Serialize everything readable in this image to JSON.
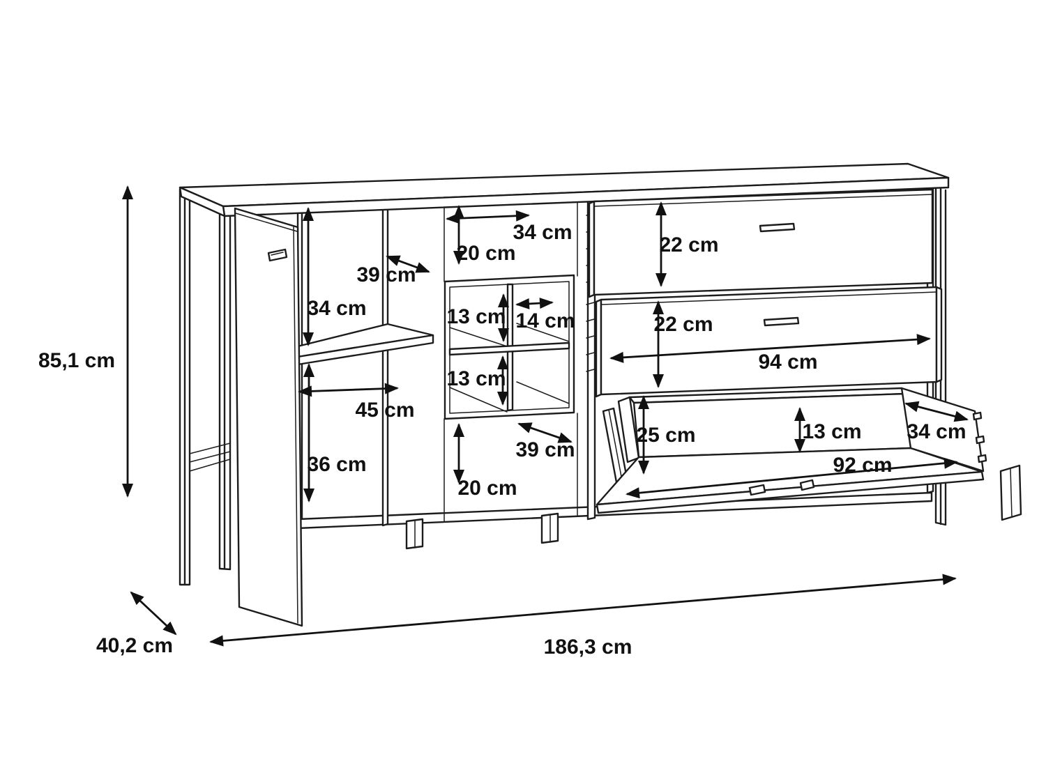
{
  "page": {
    "background": "#ffffff",
    "line_color": "#1c1c1c",
    "text_color": "#111111"
  },
  "drawing": {
    "title": "Sideboard dimensional technical drawing",
    "type": "furniture-dimension-diagram",
    "units": "cm",
    "overall_dimensions": {
      "height": "85,1 cm",
      "depth": "40,2 cm",
      "width": "186,3 cm"
    },
    "features": [
      "open left door with handle",
      "left compartment with shelf",
      "center 2x2 cubby shelving",
      "two closed drawers",
      "one pulled-out bottom drawer",
      "metal frame with legs"
    ],
    "labels": [
      {
        "id": "overall-height",
        "text": "85,1 cm"
      },
      {
        "id": "overall-depth",
        "text": "40,2 cm"
      },
      {
        "id": "overall-width",
        "text": "186,3 cm"
      },
      {
        "id": "door-interior-height",
        "text": "34 cm"
      },
      {
        "id": "top-shelf-depth",
        "text": "39 cm"
      },
      {
        "id": "left-interior-width",
        "text": "45 cm"
      },
      {
        "id": "left-lower-height",
        "text": "36 cm"
      },
      {
        "id": "niche-width",
        "text": "34 cm"
      },
      {
        "id": "niche-height",
        "text": "20 cm"
      },
      {
        "id": "cubby-top-height",
        "text": "13 cm"
      },
      {
        "id": "cubby-width",
        "text": "14 cm"
      },
      {
        "id": "cubby-bottom-height",
        "text": "13 cm"
      },
      {
        "id": "bottom-shelf-depth",
        "text": "39 cm"
      },
      {
        "id": "bottom-niche-height",
        "text": "20 cm"
      },
      {
        "id": "drawer1-height",
        "text": "22 cm"
      },
      {
        "id": "drawer2-height",
        "text": "22 cm"
      },
      {
        "id": "drawer-inner-width",
        "text": "94 cm"
      },
      {
        "id": "drawer3-front-height",
        "text": "25 cm"
      },
      {
        "id": "drawer3-inner-height",
        "text": "13 cm"
      },
      {
        "id": "drawer3-depth",
        "text": "34 cm"
      },
      {
        "id": "drawer3-inner-width",
        "text": "92 cm"
      }
    ]
  }
}
